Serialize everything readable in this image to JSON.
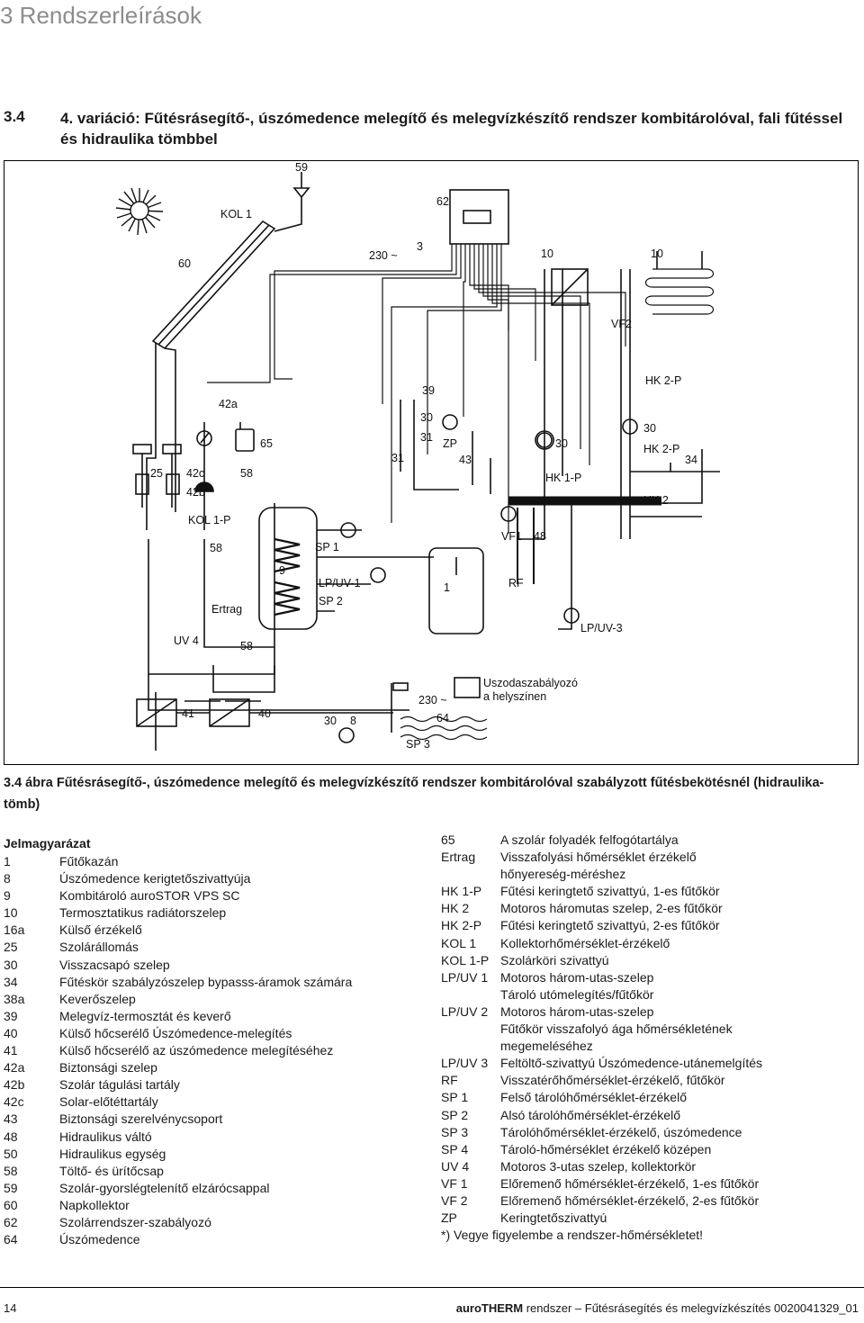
{
  "header": {
    "chapter": "3 Rendszerleírások"
  },
  "section": {
    "number": "3.4",
    "title": "4. variáció: Fűtésrásegítő-, úszómedence melegítő és melegvízkészítő rendszer kombitárolóval, fali fűtéssel és hidraulika tömbbel"
  },
  "diagram": {
    "labels": {
      "l59": "59",
      "kol1": "KOL 1",
      "l62": "62",
      "l60": "60",
      "l230a": "230 ~",
      "l3": "3",
      "l10a": "10",
      "l10b": "10",
      "vf2": "VF2",
      "hk2p_top": "HK 2-P",
      "l39": "39",
      "l42a": "42a",
      "l30a": "30",
      "l31a": "31",
      "l65": "65",
      "l31b": "31",
      "zp": "ZP",
      "l30b": "30",
      "l30c": "30",
      "hk2p_mid": "HK 2-P",
      "l34": "34",
      "l25": "25",
      "l42c": "42c",
      "l58a": "58",
      "l43": "43",
      "hk1p": "HK 1-P",
      "l42b": "42b",
      "hk2": "HK 2",
      "kol1p": "KOL 1-P",
      "vf1": "VF1",
      "l48": "48",
      "l58b": "58",
      "sp1": "SP 1",
      "l9": "9",
      "lpuv1": "LP/UV-1",
      "l1": "1",
      "rf": "RF",
      "sp2": "SP 2",
      "ertrag": "Ertrag",
      "lpuv3": "LP/UV-3",
      "uv4": "UV 4",
      "l58c": "58",
      "pool_ctrl": "Uszodaszabályozó",
      "pool_ctrl2": "a helyszínen",
      "l230b": "230 ~",
      "l41": "41",
      "l40": "40",
      "l30d": "30",
      "l8": "8",
      "l64": "64",
      "sp3": "SP 3"
    }
  },
  "caption": "3.4 ábra Fűtésrásegítő-, úszómedence melegítő és melegvízkészítő rendszer kombitárolóval szabályzott fűtésbekötésnél (hidraulika-tömb)",
  "legend": {
    "title": "Jelmagyarázat",
    "left": [
      {
        "k": "1",
        "v": "Fűtőkazán"
      },
      {
        "k": "8",
        "v": "Úszómedence kerigtetőszivattyúja"
      },
      {
        "k": "9",
        "v": "Kombitároló auroSTOR VPS SC"
      },
      {
        "k": "10",
        "v": "Termosztatikus radiátorszelep"
      },
      {
        "k": "16a",
        "v": "Külső érzékelő"
      },
      {
        "k": "25",
        "v": "Szolárállomás"
      },
      {
        "k": "30",
        "v": "Visszacsapó szelep"
      },
      {
        "k": "34",
        "v": "Fűtéskör szabályzószelep bypasss-áramok számára"
      },
      {
        "k": "38a",
        "v": "Keverőszelep"
      },
      {
        "k": "39",
        "v": "Melegvíz-termosztát és keverő"
      },
      {
        "k": "40",
        "v": "Külső hőcserélő Úszómedence-melegítés"
      },
      {
        "k": "41",
        "v": "Külső hőcserélő az úszómedence melegítéséhez"
      },
      {
        "k": "42a",
        "v": "Biztonsági szelep"
      },
      {
        "k": "42b",
        "v": "Szolár tágulási tartály"
      },
      {
        "k": "42c",
        "v": "Solar-előtéttartály"
      },
      {
        "k": "43",
        "v": "Biztonsági szerelvénycsoport"
      },
      {
        "k": "48",
        "v": "Hidraulikus váltó"
      },
      {
        "k": "50",
        "v": "Hidraulikus egység"
      },
      {
        "k": "58",
        "v": "Töltő- és ürítőcsap"
      },
      {
        "k": "59",
        "v": "Szolár-gyorslégtelenítő elzárócsappal"
      },
      {
        "k": "60",
        "v": "Napkollektor"
      },
      {
        "k": "62",
        "v": "Szolárrendszer-szabályozó"
      },
      {
        "k": "64",
        "v": "Úszómedence"
      }
    ],
    "right": [
      {
        "k": "65",
        "v": "A szolár folyadék felfogótartálya"
      },
      {
        "k": "Ertrag",
        "v": "Visszafolyási hőmérséklet érzékelő"
      },
      {
        "k": "",
        "v": "hőnyereség-méréshez"
      },
      {
        "k": "HK 1-P",
        "v": "Fűtési keringtető szivattyú, 1-es fűtőkör"
      },
      {
        "k": "HK 2",
        "v": "Motoros háromutas szelep, 2-es fűtőkör"
      },
      {
        "k": "HK 2-P",
        "v": "Fűtési keringtető szivattyú, 2-es fűtőkör"
      },
      {
        "k": "KOL 1",
        "v": "Kollektorhőmérséklet-érzékelő"
      },
      {
        "k": "KOL 1-P",
        "v": "Szolárköri szivattyú"
      },
      {
        "k": "LP/UV 1",
        "v": "Motoros három-utas-szelep"
      },
      {
        "k": "",
        "v": "Tároló utómelegítés/fűtőkör"
      },
      {
        "k": "LP/UV 2",
        "v": "Motoros három-utas-szelep"
      },
      {
        "k": "",
        "v": "Fűtőkör visszafolyó ága hőmérsékletének"
      },
      {
        "k": "",
        "v": "megemeléséhez"
      },
      {
        "k": "LP/UV 3",
        "v": "Feltöltő-szivattyú Úszómedence-utánemelgítés"
      },
      {
        "k": "RF",
        "v": "Visszatérőhőmérséklet-érzékelő, fűtőkör"
      },
      {
        "k": "SP 1",
        "v": "Felső tárolóhőmérséklet-érzékelő"
      },
      {
        "k": "SP 2",
        "v": "Alsó tárolóhőmérséklet-érzékelő"
      },
      {
        "k": "SP 3",
        "v": "Tárolóhőmérséklet-érzékelő, úszómedence"
      },
      {
        "k": "SP 4",
        "v": "Tároló-hőmérséklet érzékelő középen"
      },
      {
        "k": "UV 4",
        "v": "Motoros 3-utas szelep, kollektorkör"
      },
      {
        "k": "VF 1",
        "v": "Előremenő hőmérséklet-érzékelő, 1-es fűtőkör"
      },
      {
        "k": "VF 2",
        "v": "Előremenő hőmérséklet-érzékelő, 2-es fűtőkör"
      },
      {
        "k": "ZP",
        "v": "Keringtetőszivattyú"
      }
    ],
    "note": "*) Vegye figyelembe a rendszer-hőmérsékletet!"
  },
  "footer": {
    "page": "14",
    "brand": "auroTHERM",
    "text": " rendszer – Fűtésrásegítés és melegvízkészítés 0020041329_01"
  }
}
